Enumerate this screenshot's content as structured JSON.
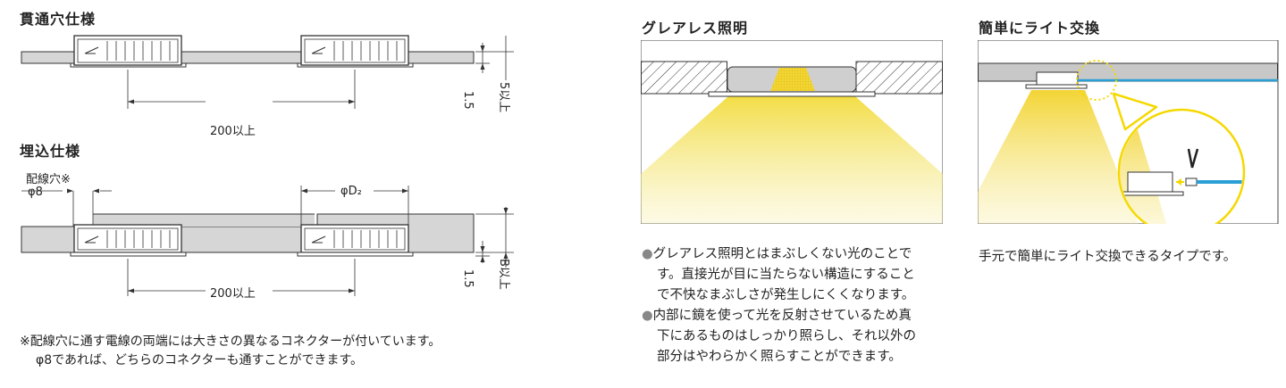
{
  "through_hole": {
    "title": "貫通穴仕様",
    "spacing_label": "200以上",
    "thickness_label": "1.5",
    "depth_label": "5以上"
  },
  "embedded": {
    "title": "埋込仕様",
    "wiring_hole_label": "配線穴※",
    "wiring_hole_dia": "φ8",
    "diameter_label": "φD₂",
    "spacing_label": "200以上",
    "thickness_label": "1.5",
    "depth_label": "B以上"
  },
  "footnote": {
    "line1": "※配線穴に通す電線の両端には大きさの異なるコネクターが付いています。",
    "line2": "φ8であれば、どちらのコネクターも通すことができます。"
  },
  "glare": {
    "title": "グレアレス照明",
    "bullets": [
      {
        "bullet": "●",
        "line1": "グレアレス照明とはまぶしくない光のことで",
        "line2": "す。直接光が目に当たらない構造にすること",
        "line3": "で不快なまぶしさが発生しにくくなります。"
      },
      {
        "bullet": "●",
        "line1": "内部に鏡を使って光を反射させているため真",
        "line2": "下にあるものはしっかり照らし、それ以外の",
        "line3": "部分はやわらかく照らすことができます。"
      }
    ]
  },
  "swap": {
    "title": "簡単にライト交換",
    "caption": "手元で簡単にライト交換できるタイプです。"
  },
  "colors": {
    "light_yellow": "#f2dc3c",
    "cable_blue": "#2a9fd6",
    "ceiling_gray": "#c8c8c8",
    "accent_yellow": "#f5d800"
  }
}
